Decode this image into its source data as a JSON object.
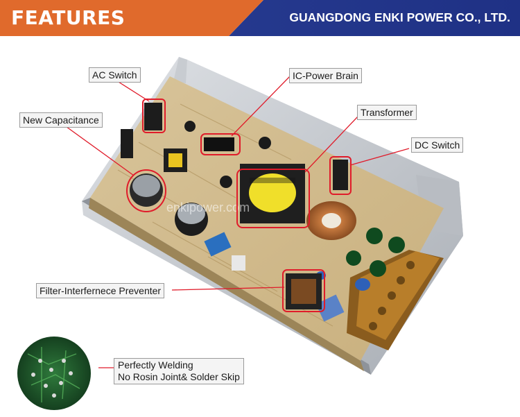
{
  "header": {
    "title": "FEATURES",
    "company": "GUANGDONG ENKI POWER CO., LTD.",
    "accent_color": "#e06a2c",
    "brand_color": "#2a3f95"
  },
  "callouts": {
    "ac_switch": "AC Switch",
    "ic_power_brain": "IC-Power Brain",
    "new_capacitance": "New Capacitance",
    "transformer": "Transformer",
    "dc_switch": "DC Switch",
    "filter": "Filter-Interfernece Preventer",
    "welding_line1": "Perfectly Welding",
    "welding_line2": "No Rosin Joint& Solder Skip"
  },
  "highlight_color": "#e01b2a",
  "watermark": "enkipower.com"
}
